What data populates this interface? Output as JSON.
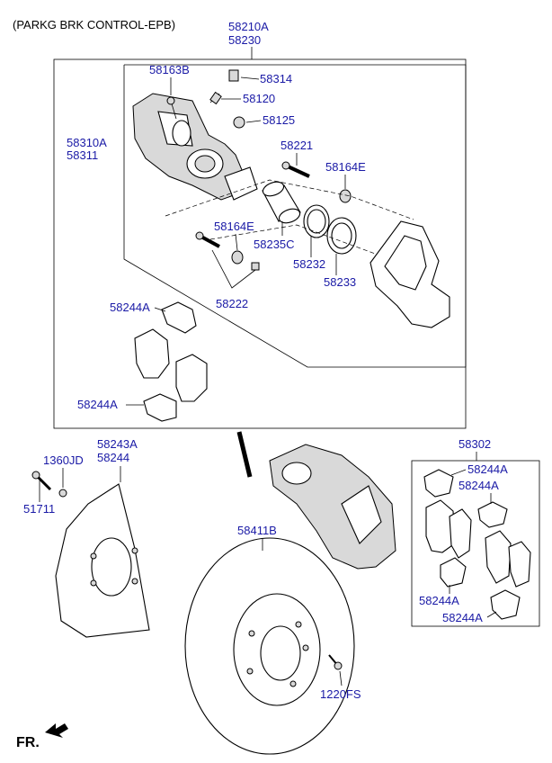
{
  "header": {
    "title": "(PARKG BRK CONTROL-EPB)"
  },
  "labels": {
    "l58210A": "58210A",
    "l58230": "58230",
    "l58163B": "58163B",
    "l58314": "58314",
    "l58120": "58120",
    "l58125": "58125",
    "l58310A": "58310A",
    "l58311": "58311",
    "l58221": "58221",
    "l58164E_a": "58164E",
    "l58164E_b": "58164E",
    "l58235C": "58235C",
    "l58232": "58232",
    "l58233": "58233",
    "l58222": "58222",
    "l58244A_1": "58244A",
    "l58244A_2": "58244A",
    "l1360JD": "1360JD",
    "l58243A": "58243A",
    "l58244": "58244",
    "l51711": "51711",
    "l58411B": "58411B",
    "l1220FS": "1220FS",
    "l58302": "58302",
    "l58244A_3": "58244A",
    "l58244A_4": "58244A",
    "l58244A_5": "58244A",
    "l58244A_6": "58244A"
  },
  "footer": {
    "direction": "FR."
  },
  "colors": {
    "label": "#1a1aa6",
    "line": "#000000",
    "background": "#ffffff"
  }
}
